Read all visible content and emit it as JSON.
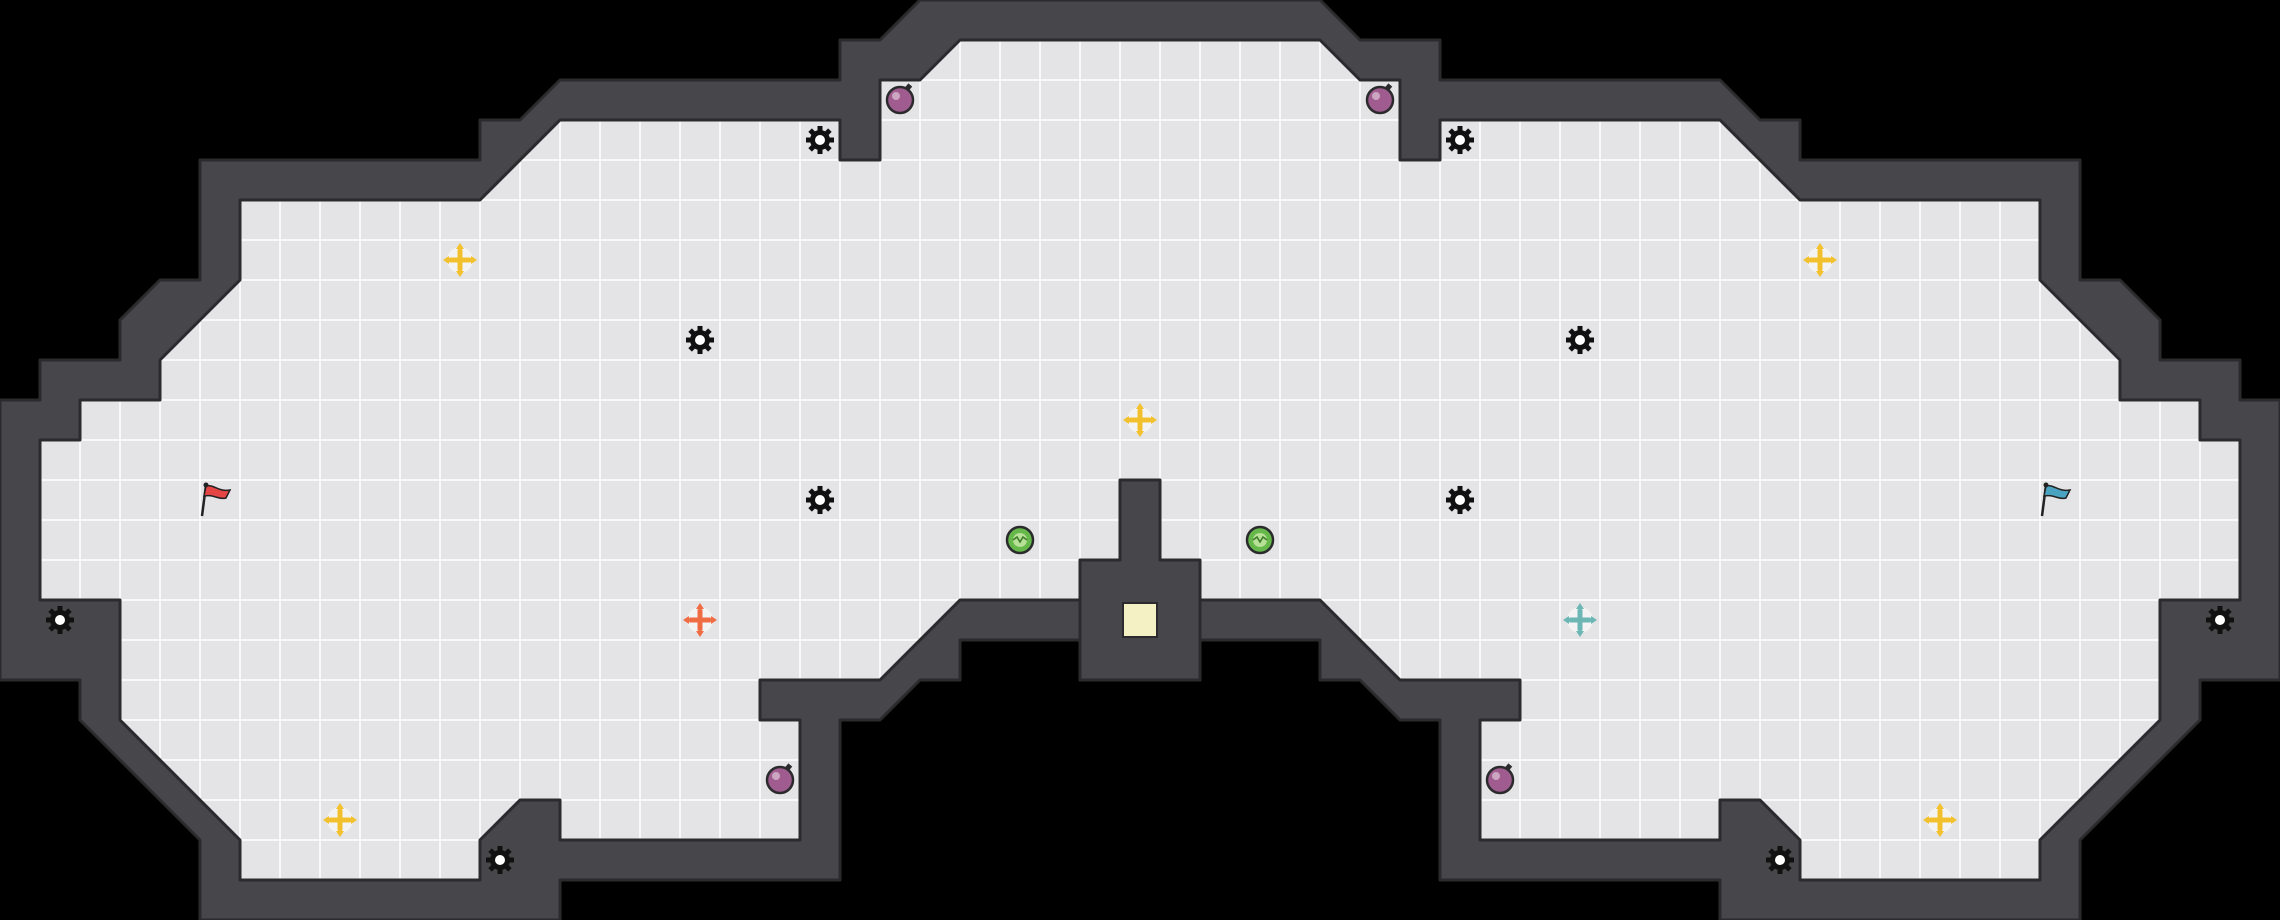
{
  "map": {
    "cols": 57,
    "rows": 23,
    "colors": {
      "background": "#000000",
      "wall": "#47474b",
      "wall_edge": "#2b2b2e",
      "floor": "#e4e4e7",
      "floor_grid": "#ffffff",
      "cap_point": "#f4f1c4",
      "mine_outline": "#111111",
      "mine_fill": "#ffffff",
      "boost": "#f2c02c",
      "red_boost": "#ef6d44",
      "blue_boost": "#6cb7b4",
      "bomb": "#a05c8f",
      "powerup": "#66b84a",
      "red_flag": "#e64545",
      "blue_flag": "#4aa3c0",
      "flag_pole": "#222222"
    }
  },
  "objects": {
    "flags": [
      {
        "team": "red",
        "icon": "red-flag-icon",
        "col": 5,
        "row": 12
      },
      {
        "team": "blue",
        "icon": "blue-flag-icon",
        "col": 51,
        "row": 12
      }
    ],
    "cap_points": [
      {
        "icon": "cap-point-icon",
        "col": 28,
        "row": 15
      }
    ],
    "mines": [
      {
        "col": 20,
        "row": 3
      },
      {
        "col": 36,
        "row": 3
      },
      {
        "col": 17,
        "row": 8
      },
      {
        "col": 39,
        "row": 8
      },
      {
        "col": 20,
        "row": 12
      },
      {
        "col": 36,
        "row": 12
      },
      {
        "col": 1,
        "row": 15
      },
      {
        "col": 55,
        "row": 15
      },
      {
        "col": 12,
        "row": 21
      },
      {
        "col": 44,
        "row": 21
      }
    ],
    "boosts": [
      {
        "team": "neutral",
        "col": 11,
        "row": 6
      },
      {
        "team": "neutral",
        "col": 45,
        "row": 6
      },
      {
        "team": "neutral",
        "col": 28,
        "row": 10
      },
      {
        "team": "neutral",
        "col": 8,
        "row": 20
      },
      {
        "team": "neutral",
        "col": 48,
        "row": 20
      },
      {
        "team": "red",
        "col": 17,
        "row": 15
      },
      {
        "team": "blue",
        "col": 39,
        "row": 15
      }
    ],
    "bombs": [
      {
        "col": 22,
        "row": 2
      },
      {
        "col": 34,
        "row": 2
      },
      {
        "col": 19,
        "row": 19
      },
      {
        "col": 37,
        "row": 19
      }
    ],
    "powerups": [
      {
        "col": 25,
        "row": 13
      },
      {
        "col": 31,
        "row": 13
      }
    ]
  }
}
